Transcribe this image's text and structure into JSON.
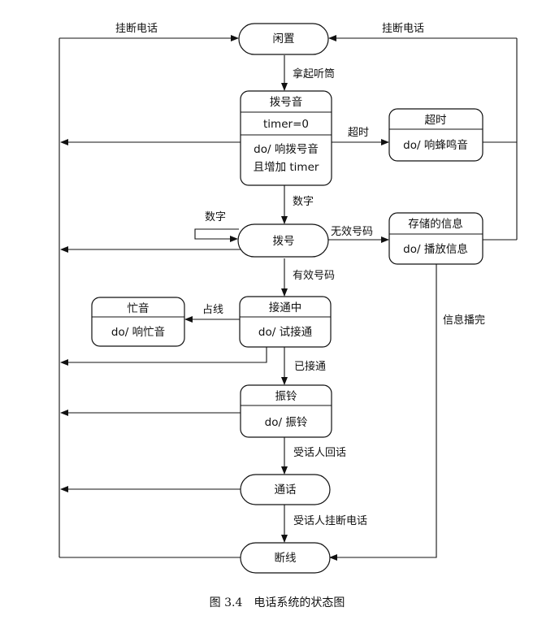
{
  "states": {
    "idle": {
      "name": "闲置"
    },
    "dial_tone": {
      "name": "拨号音",
      "var": "timer=0",
      "do": "do/ 响拨号音",
      "do2": "且增加 timer"
    },
    "timeout": {
      "name": "超时",
      "do": "do/ 响蜂鸣音"
    },
    "dialing": {
      "name": "拨号"
    },
    "recorded": {
      "name": "存储的信息",
      "do": "do/ 播放信息"
    },
    "busy": {
      "name": "忙音",
      "do": "do/ 响忙音"
    },
    "connecting": {
      "name": "接通中",
      "do": "do/ 试接通"
    },
    "ringing": {
      "name": "振铃",
      "do": "do/ 振铃"
    },
    "talking": {
      "name": "通话"
    },
    "disconnected": {
      "name": "断线"
    }
  },
  "transitions": {
    "hangup_left": "挂断电话",
    "hangup_right": "挂断电话",
    "pickup": "拿起听筒",
    "timeout": "超时",
    "digit": "数字",
    "digit_loop": "数字",
    "invalid": "无效号码",
    "valid": "有效号码",
    "busy": "占线",
    "connected": "已接通",
    "message_done": "信息播完",
    "callee_answers": "受话人回话",
    "callee_hangs_up": "受话人挂断电话"
  },
  "caption": "图 3.4　电话系统的状态图"
}
